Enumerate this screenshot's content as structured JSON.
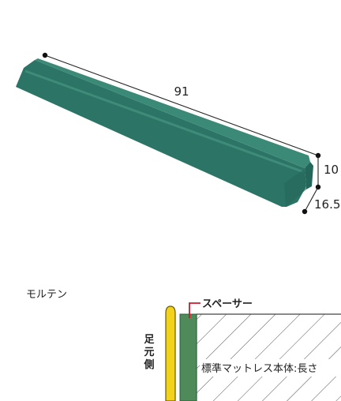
{
  "product_diagram": {
    "length_label": "91",
    "height_label": "10",
    "depth_label": "16.5",
    "body_color": "#2c7566",
    "top_color": "#3b8a78"
  },
  "cross_section": {
    "material_label": "モルテン",
    "spacer_label": "スペーサー",
    "foot_side_label": [
      "足",
      "元",
      "側"
    ],
    "mattress_label": "標準マットレス本体:長さ",
    "rail_color": "#f2d21b",
    "spacer_color": "#4f8a5a",
    "callout_color": "#d0182a"
  }
}
